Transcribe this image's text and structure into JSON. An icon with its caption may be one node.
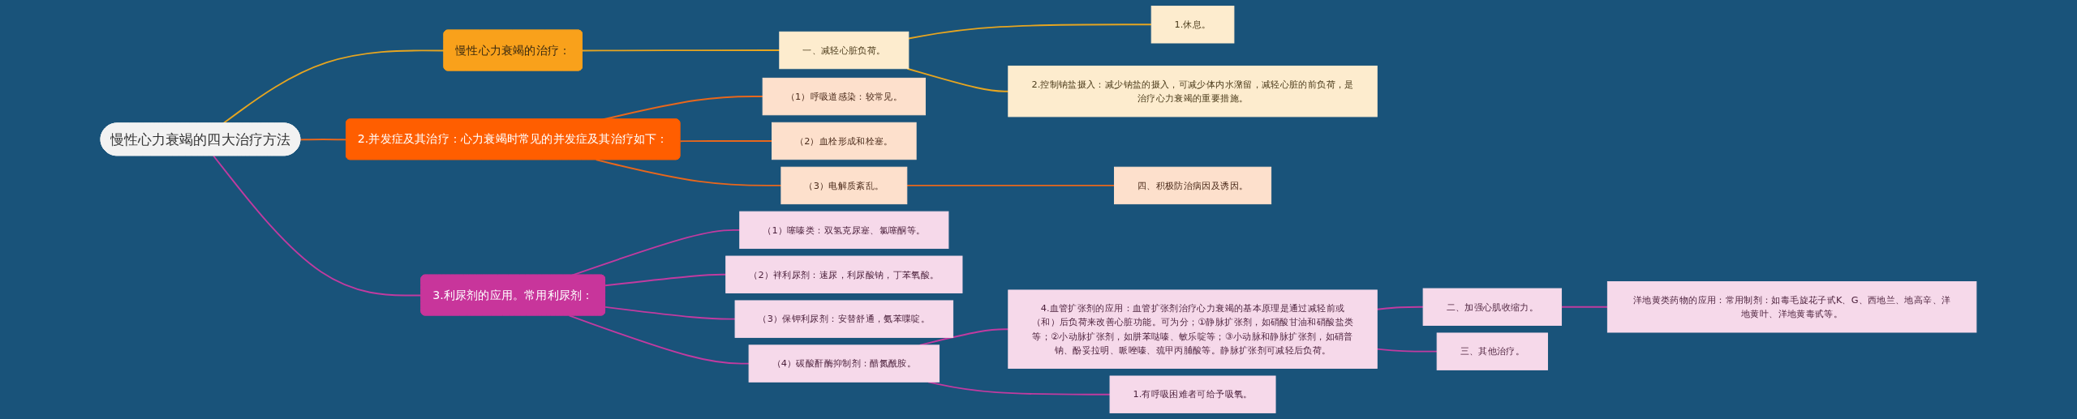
{
  "diagram": {
    "nodes": [
      {
        "text": [
          "慢性心力衰竭的四大治疗方法"
        ]
      },
      {
        "text": [
          "慢性心力衰竭的治疗："
        ]
      },
      {
        "text": [
          "一、减轻心脏负荷。"
        ]
      },
      {
        "text": [
          "1.休息。"
        ]
      },
      {
        "text": [
          "2.控制钠盐摄入：减少钠盐的摄入，可减少体内水潴留，减轻心脏的前负荷，是治疗心力衰竭的重要措施。"
        ]
      },
      {
        "text": [
          "2.并发症及其治疗：心力衰竭时常见的并发症及其治疗如下："
        ]
      },
      {
        "text": [
          "（1）呼吸道感染：较常见。"
        ]
      },
      {
        "text": [
          "（2）血栓形成和栓塞。"
        ]
      },
      {
        "text": [
          "（3）电解质紊乱。"
        ]
      },
      {
        "text": [
          "四、积极防治病因及诱因。"
        ]
      },
      {
        "text": [
          "3.利尿剂的应用。常用利尿剂："
        ]
      },
      {
        "text": [
          "（1）噻嗪类：双氢克尿塞、氯噻酮等。"
        ]
      },
      {
        "text": [
          "（2）袢利尿剂：速尿，利尿酸钠，丁苯氧酸。"
        ]
      },
      {
        "text": [
          "（3）保钾利尿剂：安替舒通，氨苯喋啶。"
        ]
      },
      {
        "text": [
          "（4）碳酸酐酶抑制剂：醋氮酰胺。"
        ]
      },
      {
        "text": [
          "4.血管扩张剂的应用：血管扩张剂治疗心力衰竭的基本原理是通过减轻前或（和）后负荷来改善心脏功能。可为分；①静脉扩张剂，如硝酸甘油和硝酸盐类等；②小动脉扩张剂，如肼苯哒嗪、敏乐啶等；③小动脉和静脉扩张剂，如硝普钠、酚妥拉明、哌唑嗪、巯甲丙脯酸等。静脉扩张剂可减轻后负荷。"
        ]
      },
      {
        "text": [
          "1.有呼吸困难者可给予吸氧。"
        ]
      },
      {
        "text": [
          "二、加强心肌收缩力。"
        ]
      },
      {
        "text": [
          "三、其他治疗。"
        ]
      },
      {
        "text": [
          "洋地黄类药物的应用：常用制剂：如毒毛旋花子甙K、G、西地兰、地高辛、洋地黄叶、洋地黄毒甙等。"
        ]
      }
    ],
    "edges": [
      {
        "from": 0,
        "to": 1,
        "arrow": "none",
        "color": "#e6a520"
      },
      {
        "from": 1,
        "to": 2,
        "arrow": "none",
        "color": "#e6a520"
      },
      {
        "from": 2,
        "to": 3,
        "arrow": "none",
        "color": "#e6a520"
      },
      {
        "from": 2,
        "to": 4,
        "arrow": "none",
        "color": "#e6a520"
      },
      {
        "from": 0,
        "to": 5,
        "arrow": "none",
        "color": "#e8671c"
      },
      {
        "from": 5,
        "to": 6,
        "arrow": "none",
        "color": "#e8671c"
      },
      {
        "from": 5,
        "to": 7,
        "arrow": "none",
        "color": "#e8671c"
      },
      {
        "from": 5,
        "to": 8,
        "arrow": "none",
        "color": "#e8671c"
      },
      {
        "from": 8,
        "to": 9,
        "arrow": "none",
        "color": "#e8671c"
      },
      {
        "from": 0,
        "to": 10,
        "arrow": "none"
      },
      {
        "from": 10,
        "to": 11,
        "arrow": "none"
      },
      {
        "from": 10,
        "to": 12,
        "arrow": "none"
      },
      {
        "from": 10,
        "to": 13,
        "arrow": "none"
      },
      {
        "from": 10,
        "to": 14,
        "arrow": "none"
      },
      {
        "from": 14,
        "to": 15,
        "arrow": "none"
      },
      {
        "from": 14,
        "to": 16,
        "arrow": "none"
      },
      {
        "from": 15,
        "to": 17,
        "arrow": "none"
      },
      {
        "from": 15,
        "to": 18,
        "arrow": "none"
      },
      {
        "from": 17,
        "to": 19,
        "arrow": "none"
      }
    ]
  }
}
